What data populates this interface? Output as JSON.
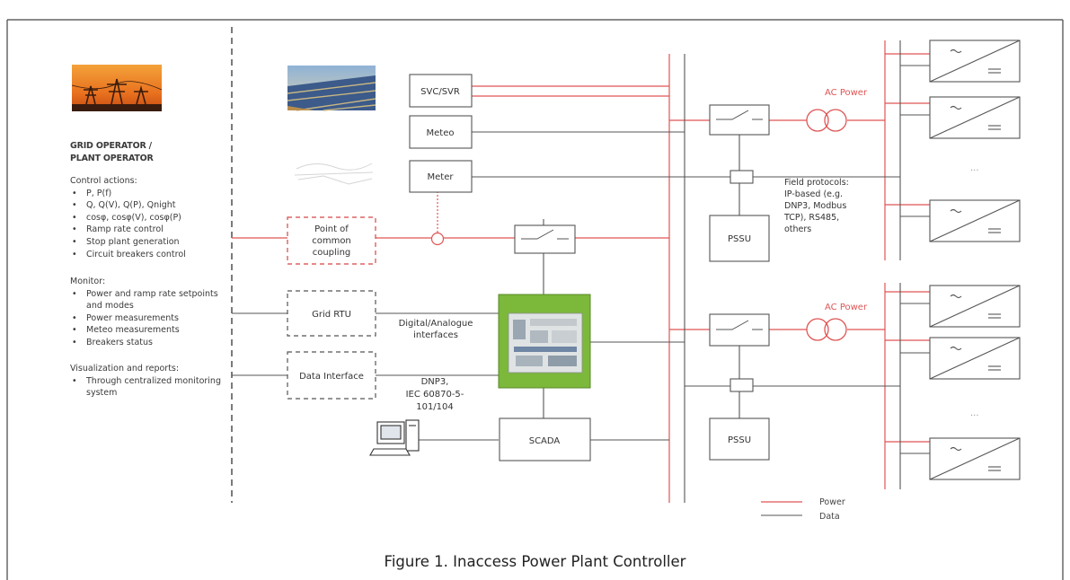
{
  "left_panel": {
    "operator_title": [
      "GRID OPERATOR /",
      "PLANT OPERATOR"
    ],
    "control_heading": "Control actions:",
    "control_items": [
      "P, P(f)",
      "Q, Q(V), Q(P), Qnight",
      "cosφ, cosφ(V), cosφ(P)",
      "Ramp rate control",
      "Stop plant generation",
      "Circuit breakers control"
    ],
    "monitor_heading": "Monitor:",
    "monitor_items": [
      "Power and ramp rate setpoints and modes",
      "Power measurements",
      "Meteo measurements",
      "Breakers status"
    ],
    "viz_heading": "Visualization and reports:",
    "viz_items": [
      "Through centralized monitoring system"
    ]
  },
  "blocks": {
    "svc": "SVC/SVR",
    "meteo": "Meteo",
    "meter": "Meter",
    "pcc": [
      "Point of",
      "common",
      "coupling"
    ],
    "grid_rtu": "Grid RTU",
    "data_interface": "Data Interface",
    "scada": "SCADA",
    "pssu_top": "PSSU",
    "pssu_bottom": "PSSU"
  },
  "labels": {
    "digital_analogue": [
      "Digital/Analogue",
      "interfaces"
    ],
    "dnp3": [
      "DNP3,",
      "IEC 60870-5-",
      "101/104"
    ],
    "ac_power_top": "AC Power",
    "ac_power_bottom": "AC Power",
    "field_protocols": [
      "Field protocols:",
      "IP-based (e.g.",
      "DNP3, Modbus",
      "TCP), RS485,",
      "others"
    ],
    "dots_top": "...",
    "dots_bottom": "..."
  },
  "legend": {
    "power": "Power",
    "data": "Data"
  },
  "colors": {
    "power": "#e05555",
    "data": "#555555",
    "controller_green": "#7cb83a"
  },
  "caption": "Figure 1. Inaccess Power Plant Controller"
}
